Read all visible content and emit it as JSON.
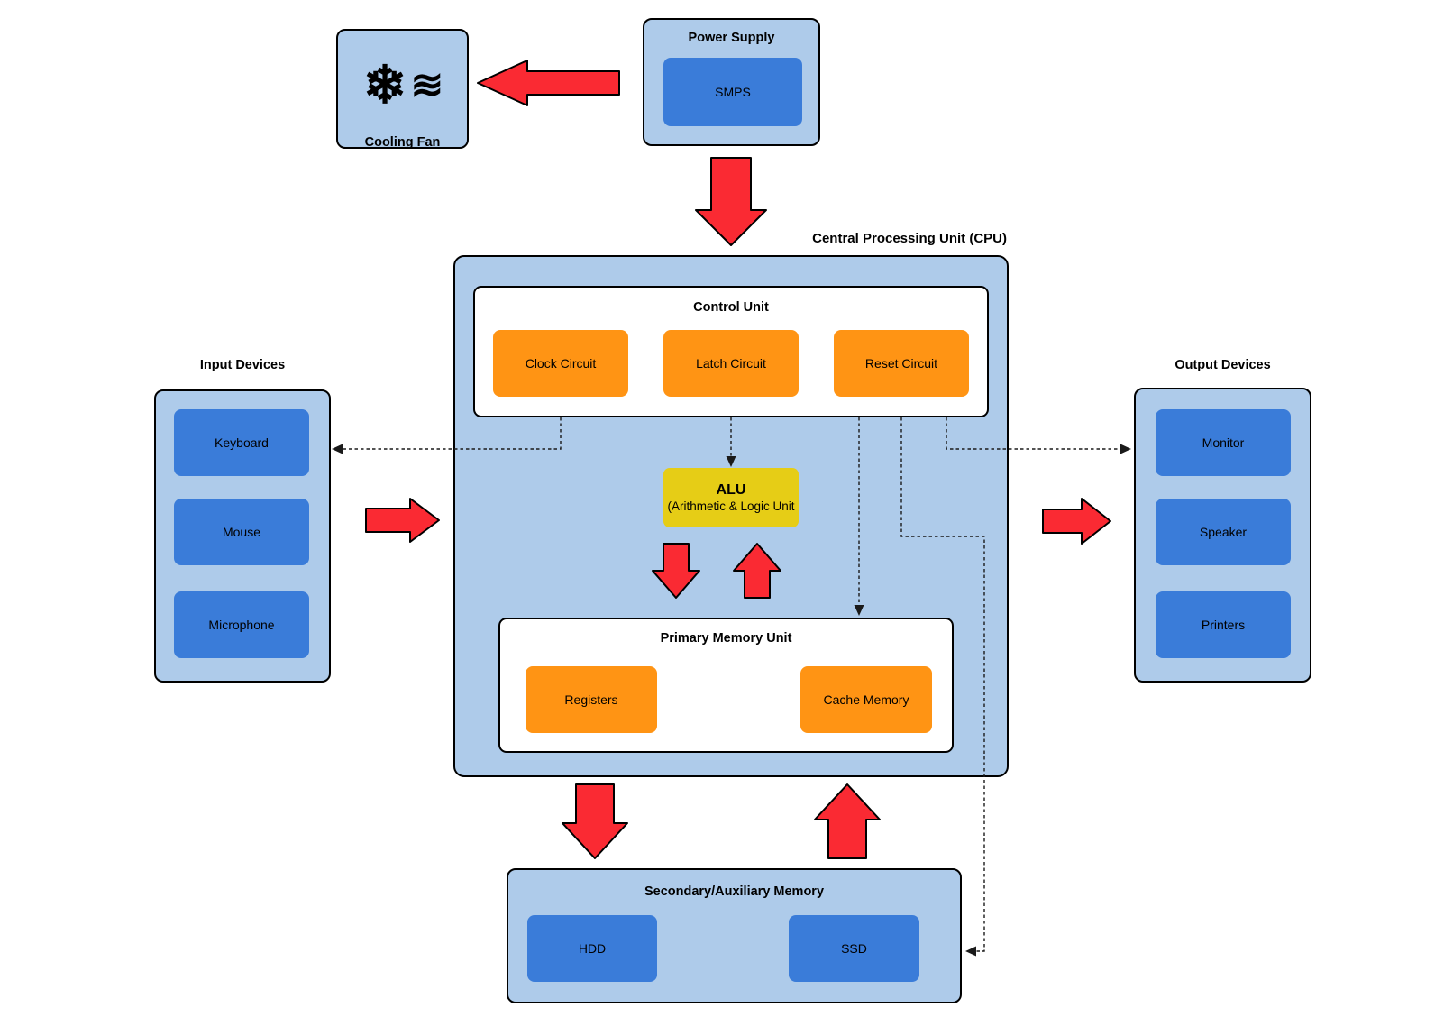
{
  "diagram": {
    "colors": {
      "box_fill": "#AECBEA",
      "unit_fill": "#3A7CD9",
      "circuit_fill": "#FF9414",
      "alu_fill": "#E6CD16",
      "arrow_fill": "#FA2A33",
      "line": "#000000"
    },
    "cooling_fan": {
      "label": "Cooling Fan",
      "snowflake_glyph": "❄",
      "airflow_glyph": "≋"
    },
    "power_supply": {
      "title": "Power Supply",
      "unit": "SMPS"
    },
    "cpu": {
      "title": "Central Processing Unit (CPU)",
      "control_unit": {
        "title": "Control Unit",
        "circuits": [
          "Clock Circuit",
          "Latch Circuit",
          "Reset Circuit"
        ]
      },
      "alu": {
        "title": "ALU",
        "subtitle": "(Arithmetic & Logic Unit"
      },
      "primary_memory": {
        "title": "Primary Memory Unit",
        "units": [
          "Registers",
          "Cache Memory"
        ]
      }
    },
    "input_devices": {
      "title": "Input Devices",
      "items": [
        "Keyboard",
        "Mouse",
        "Microphone"
      ]
    },
    "output_devices": {
      "title": "Output Devices",
      "items": [
        "Monitor",
        "Speaker",
        "Printers"
      ]
    },
    "secondary_memory": {
      "title": "Secondary/Auxiliary Memory",
      "units": [
        "HDD",
        "SSD"
      ]
    }
  }
}
